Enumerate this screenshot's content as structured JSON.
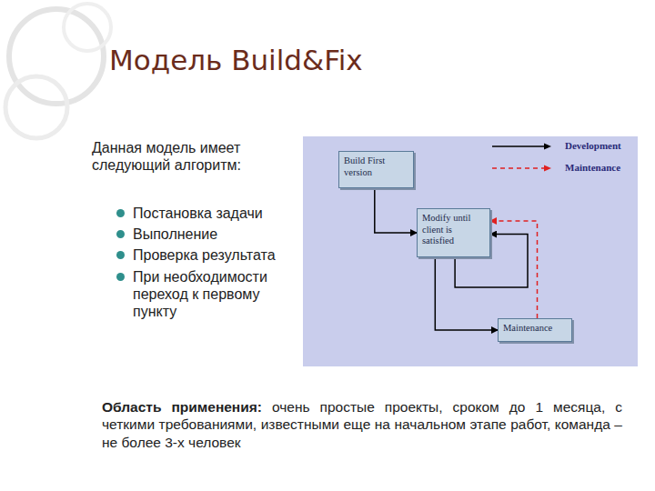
{
  "diagram": {
    "title": "Модель Build&Fix",
    "nodes": [
      {
        "text": [
          "Build First version"
        ]
      },
      {
        "text": [
          "Modify until client is satisfied"
        ]
      },
      {
        "text": [
          "Maintenance"
        ]
      }
    ],
    "edges": [
      {
        "from": 0,
        "to": 1,
        "arrow": "to"
      },
      {
        "from": 1,
        "to": 1,
        "arrow": "to"
      },
      {
        "from": 1,
        "to": 2,
        "arrow": "to"
      },
      {
        "from": 2,
        "to": 1,
        "arrow": "to"
      }
    ],
    "labels": [
      "Данная модель имеет следующий алгоритм:",
      "Постановка задачи",
      "Выполнение",
      "Проверка результата",
      "При необходимости переход к первому пункту",
      "Область применения:",
      "очень простые проекты, сроком до 1 месяца, с четкими требованиями, известными еще на начальном этапе работ, команда – не более 3-х человек"
    ],
    "legend": [
      {
        "text": "Development"
      },
      {
        "text": "Maintenance"
      }
    ]
  }
}
